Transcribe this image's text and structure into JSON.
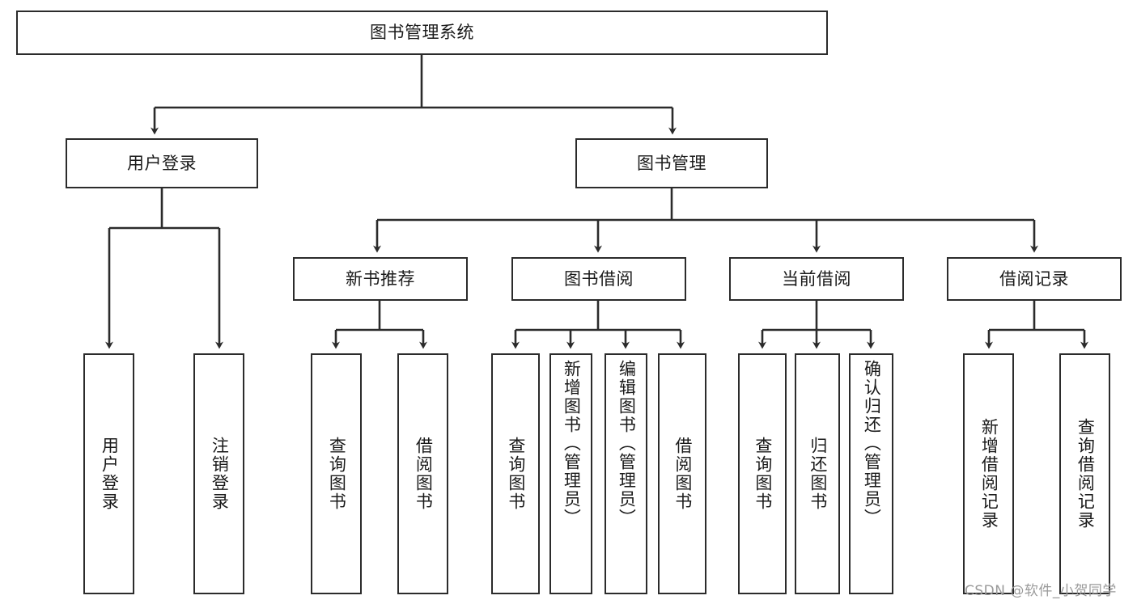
{
  "diagram": {
    "kind": "tree-hierarchy-chart",
    "title_node": {
      "label": "图书管理系统"
    },
    "colors": {
      "background": "#ffffff",
      "node_border": "#2b2b2b",
      "node_fill": "#ffffff",
      "text": "#1a1a1a",
      "connector": "#2b2b2b",
      "watermark": "#9a9a9a"
    },
    "level2": [
      {
        "label": "用户登录"
      },
      {
        "label": "图书管理"
      }
    ],
    "level3": [
      {
        "label": "新书推荐"
      },
      {
        "label": "图书借阅"
      },
      {
        "label": "当前借阅"
      },
      {
        "label": "借阅记录"
      }
    ],
    "leaves": {
      "user_login": [
        {
          "label": "用户登录"
        },
        {
          "label": "注销登录"
        }
      ],
      "new_book_recommend": [
        {
          "label": "查询图书"
        },
        {
          "label": "借阅图书"
        }
      ],
      "book_borrow": [
        {
          "label": "查询图书"
        },
        {
          "label": "新增图书（管理员）"
        },
        {
          "label": "编辑图书（管理员）"
        },
        {
          "label": "借阅图书"
        }
      ],
      "current_borrow": [
        {
          "label": "查询图书"
        },
        {
          "label": "归还图书"
        },
        {
          "label": "确认归还（管理员）"
        }
      ],
      "borrow_record": [
        {
          "label": "新增借阅记录"
        },
        {
          "label": "查询借阅记录"
        }
      ]
    },
    "watermark": {
      "text": "CSDN @软件_小贺同学"
    }
  }
}
